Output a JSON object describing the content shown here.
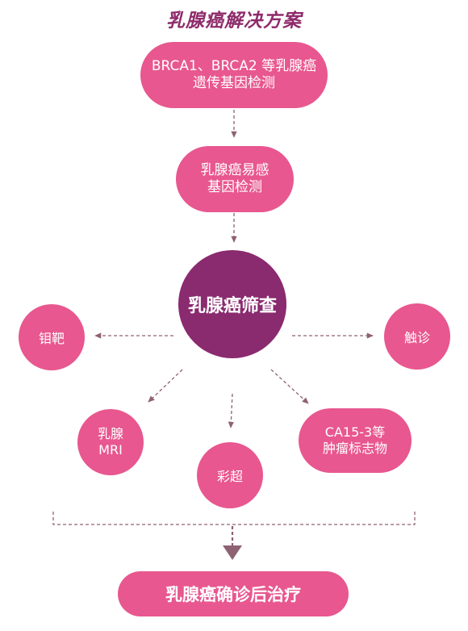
{
  "title": "乳腺癌解决方案",
  "nodes": {
    "brca_test": {
      "line1": "BRCA1、BRCA2 等乳腺癌",
      "line2": "遗传基因检测"
    },
    "susceptibility_test": {
      "line1": "乳腺癌易感",
      "line2": "基因检测"
    },
    "screening": {
      "label": "乳腺癌筛查"
    },
    "mammography": {
      "label": "钼靶"
    },
    "palpation": {
      "label": "触诊"
    },
    "mri": {
      "line1": "乳腺",
      "line2": "MRI"
    },
    "ultrasound": {
      "label": "彩超"
    },
    "ca153": {
      "line1": "CA15-3等",
      "line2": "肿瘤标志物"
    },
    "treatment": {
      "label": "乳腺癌确诊后治疗"
    }
  },
  "colors": {
    "pink": "#e8578f",
    "purple": "#8a2a6f",
    "title": "#8e2c6b",
    "arrow": "#8f6273"
  }
}
